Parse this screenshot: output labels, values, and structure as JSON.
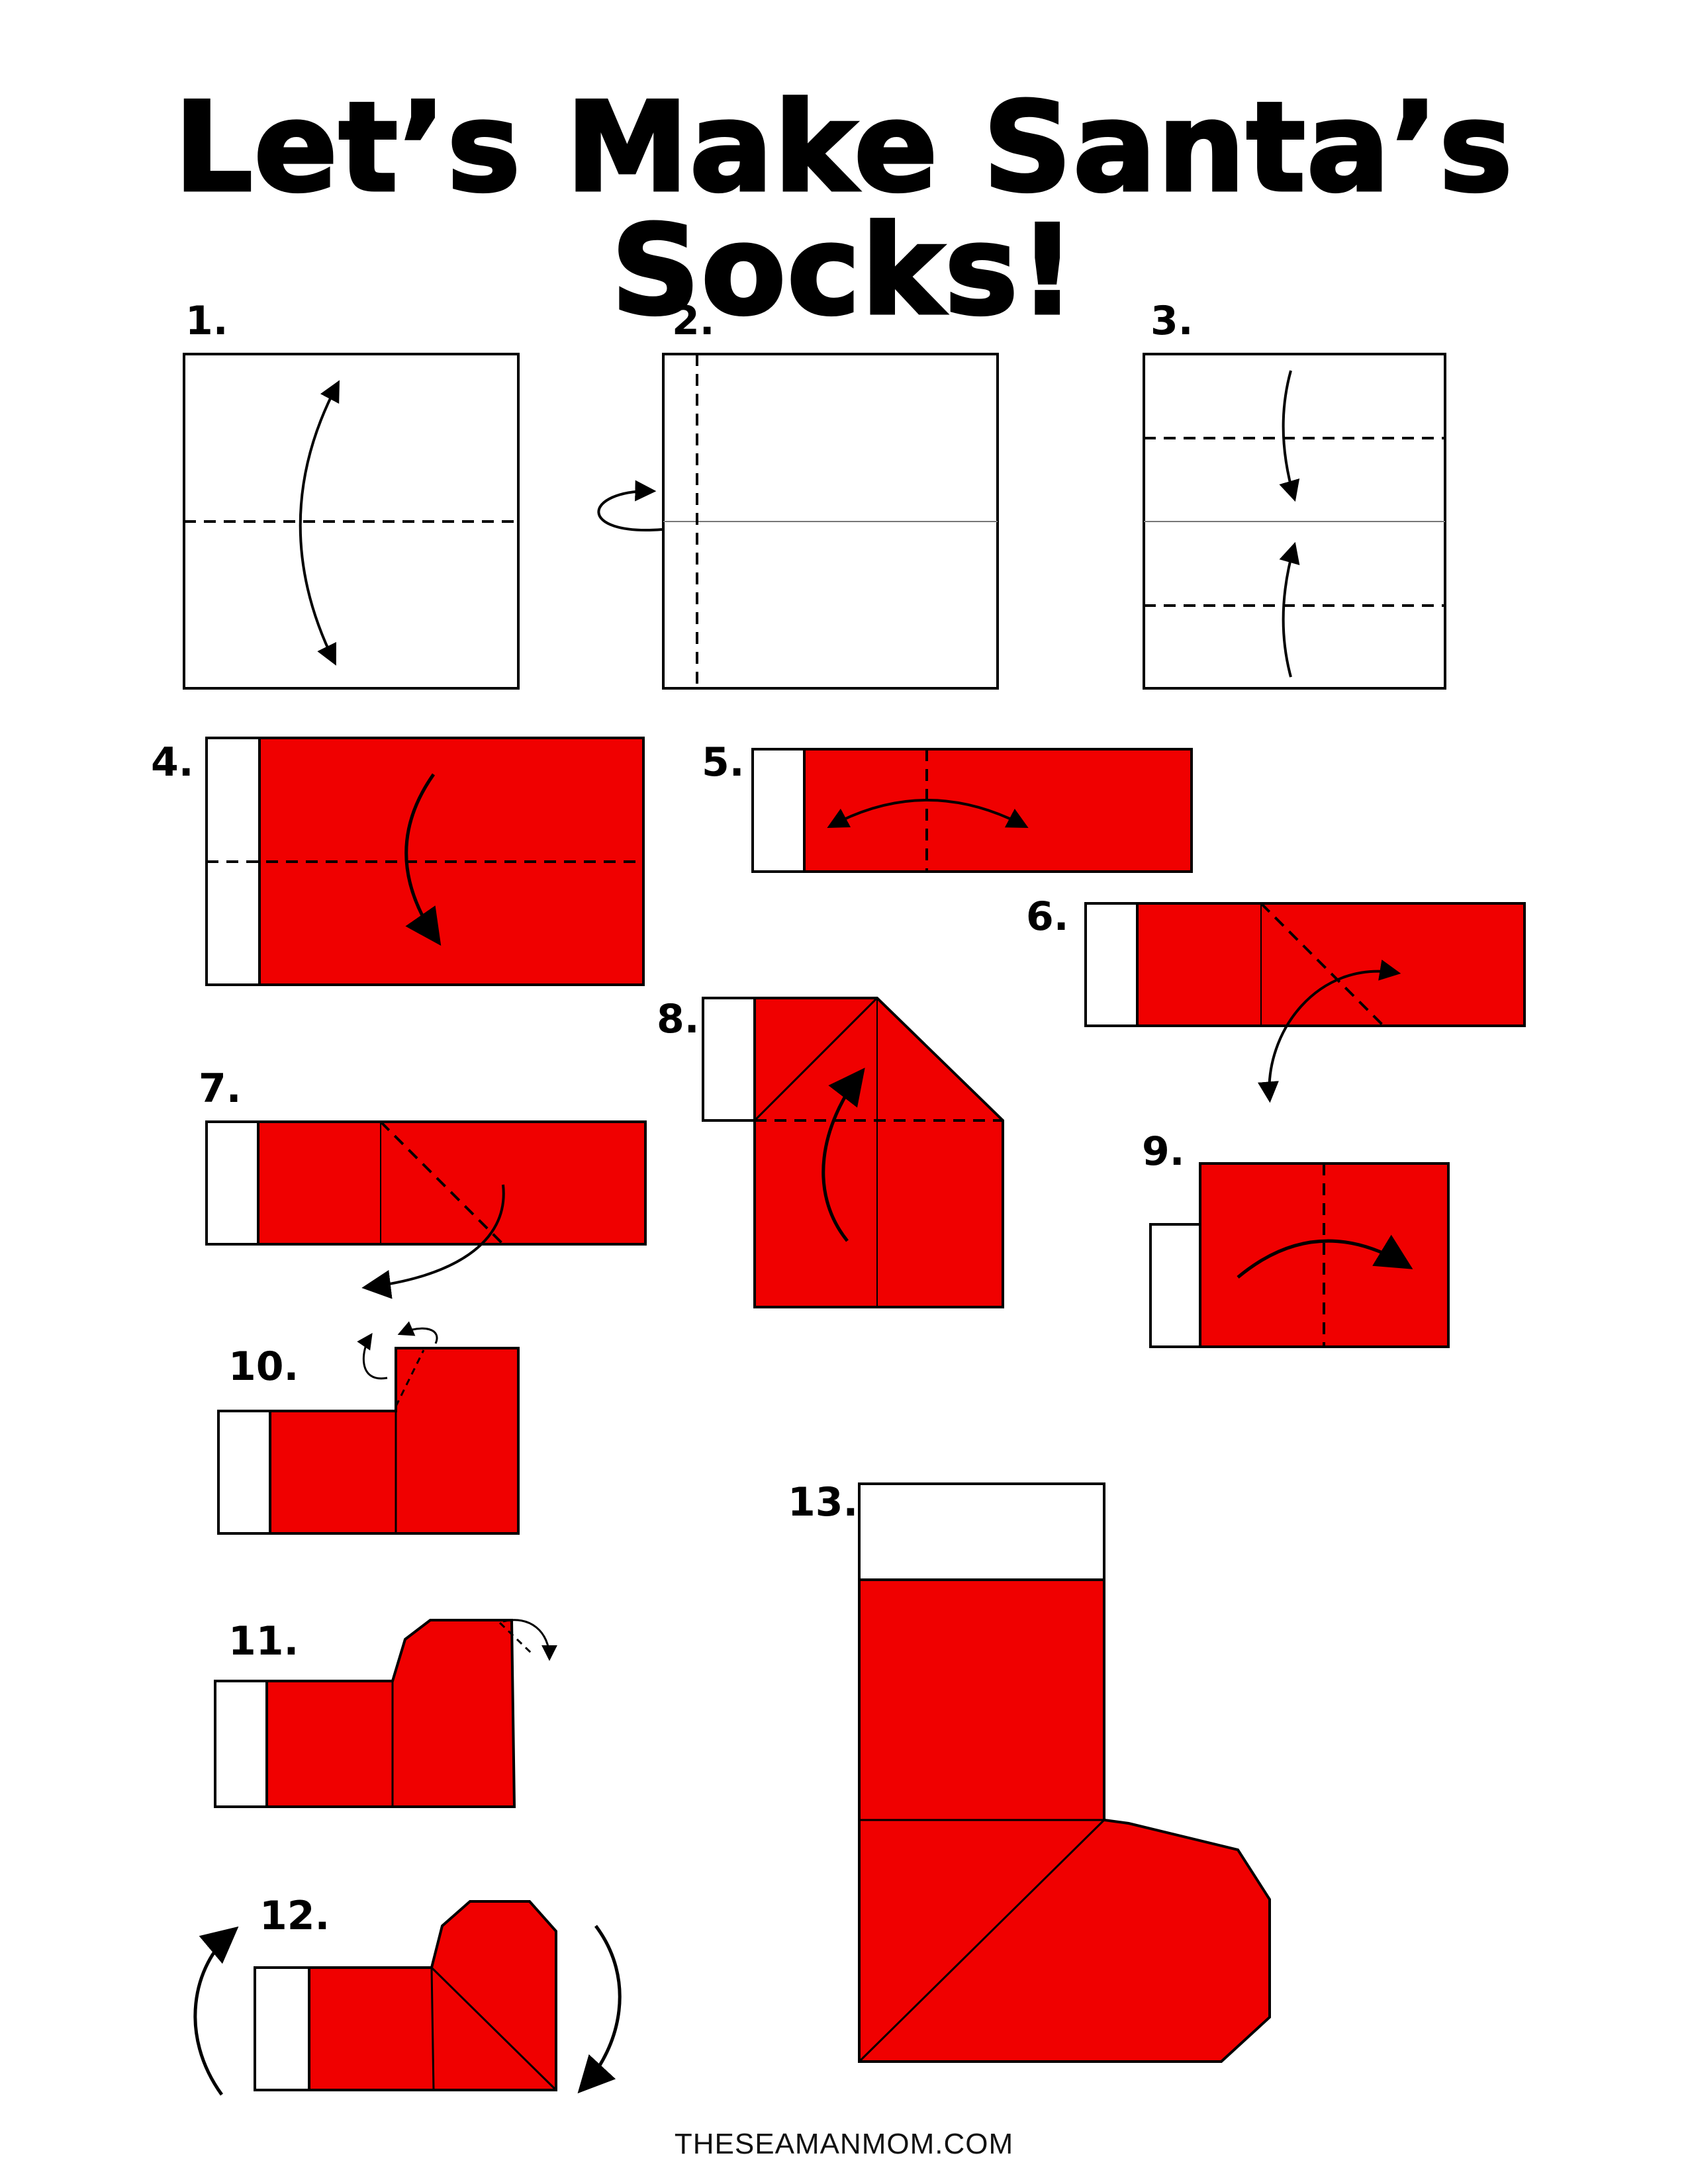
{
  "title": "Let’s Make Santa’s Socks!",
  "steps": [
    "1.",
    "2.",
    "3.",
    "4.",
    "5.",
    "6.",
    "7.",
    "8.",
    "9.",
    "10.",
    "11.",
    "12.",
    "13."
  ],
  "footer": "THESEAMANMOM.COM",
  "colors": {
    "paper_red": "#f00000",
    "paper_white": "#ffffff",
    "outline": "#000000"
  }
}
